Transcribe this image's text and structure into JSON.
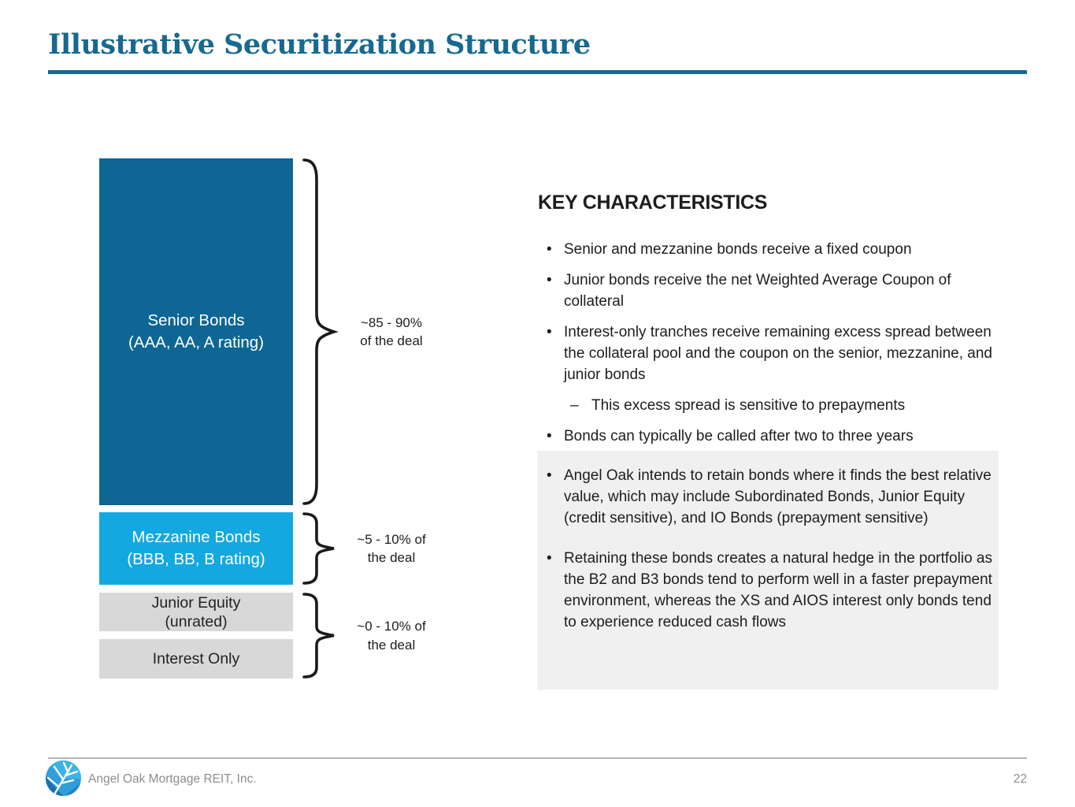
{
  "header": {
    "title": "Illustrative Securitization Structure"
  },
  "glyphs": {
    "bullet": "•",
    "dash": "–"
  },
  "colors": {
    "accent_blue": "#17698f",
    "senior_blue": "#0e6695",
    "mezzanine_blue": "#14a8e1",
    "tranche_gray": "#d8d8d8",
    "highlight_panel_gray": "#f0f0f0",
    "body_text": "#1d1d1d",
    "footer_gray": "#8d8d8d"
  },
  "diagram": {
    "tranches": [
      {
        "label": "Senior Bonds",
        "sublabel": "(AAA, AA, A rating)",
        "color": "#0e6695",
        "share_of_deal": "~85 - 90% of the deal"
      },
      {
        "label": "Mezzanine Bonds",
        "sublabel": "(BBB, BB, B rating)",
        "color": "#14a8e1",
        "share_of_deal": "~5 - 10% of the deal"
      },
      {
        "label": "Junior Equity",
        "sublabel": "(unrated)",
        "color": "#d8d8d8",
        "share_of_deal": "~0 - 10% of the deal"
      },
      {
        "label": "Interest Only",
        "sublabel": "",
        "color": "#d8d8d8",
        "share_of_deal": "~0 - 10% of the deal"
      }
    ],
    "brace_labels": [
      {
        "line1": "~85 - 90%",
        "line2": "of the deal"
      },
      {
        "line1": "~5 - 10% of",
        "line2": "the deal"
      },
      {
        "line1": "~0 - 10% of",
        "line2": "the deal"
      }
    ]
  },
  "key_characteristics": {
    "heading": "KEY CHARACTERISTICS",
    "bullets": [
      {
        "level": 1,
        "text": "Senior and mezzanine bonds receive a fixed coupon"
      },
      {
        "level": 1,
        "text": "Junior bonds receive the net Weighted Average Coupon of collateral"
      },
      {
        "level": 1,
        "text": "Interest-only tranches receive remaining excess spread between the collateral pool and the coupon on the senior, mezzanine, and junior bonds"
      },
      {
        "level": 2,
        "text": "This excess spread is sensitive to prepayments"
      },
      {
        "level": 1,
        "text": "Bonds can typically be called after two to three years"
      }
    ],
    "highlighted_bullets": [
      {
        "level": 1,
        "text": "Angel Oak intends to retain bonds where it finds the best relative value, which may include Subordinated Bonds, Junior Equity (credit sensitive), and IO Bonds (prepayment sensitive)"
      },
      {
        "level": 1,
        "text": "Retaining these bonds creates a natural hedge in the portfolio as the B2 and B3 bonds tend to perform well in a faster prepayment environment, whereas the XS and AIOS interest only bonds tend to experience reduced cash flows"
      }
    ]
  },
  "footer": {
    "company": "Angel Oak Mortgage REIT, Inc.",
    "page_number": "22",
    "logo": "angel-oak-tree-logo"
  }
}
